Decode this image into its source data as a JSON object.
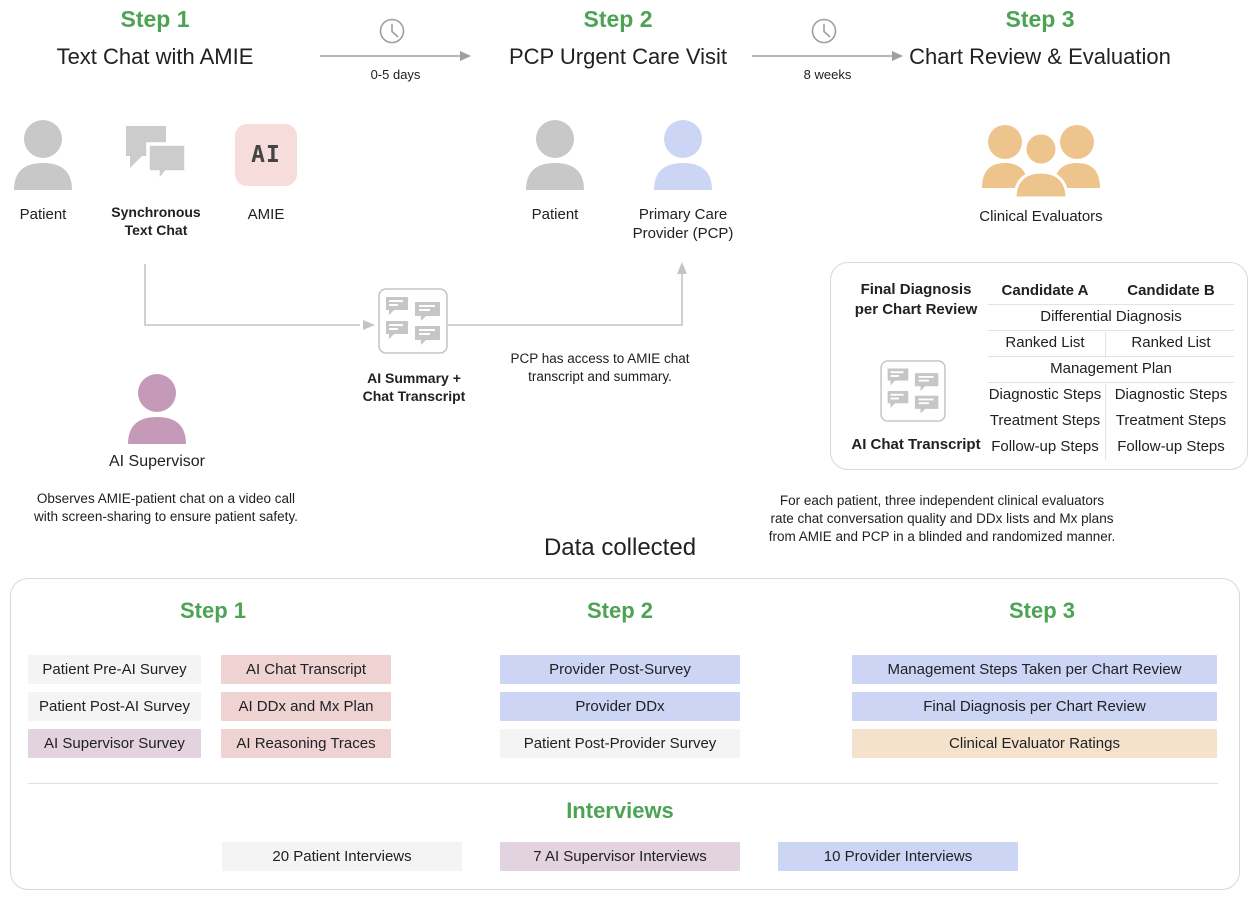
{
  "flow": {
    "steps": [
      {
        "label": "Step 1",
        "title": "Text Chat with AMIE"
      },
      {
        "label": "Step 2",
        "title": "PCP Urgent Care Visit"
      },
      {
        "label": "Step 3",
        "title": "Chart Review & Evaluation"
      }
    ],
    "gaps": [
      {
        "label": "0-5 days",
        "icon": "clock-icon"
      },
      {
        "label": "8 weeks",
        "icon": "clock-icon"
      }
    ]
  },
  "actors": {
    "step1": [
      {
        "name": "Patient",
        "icon": "person-icon",
        "color": "#cccccc"
      },
      {
        "name": "Synchronous\nText Chat",
        "icon": "chat-bubbles-icon",
        "color": "#cccccc"
      },
      {
        "name": "AMIE",
        "icon": "ai-badge-icon",
        "color": "#f6dcdb"
      }
    ],
    "step1_line1": "Synchronous",
    "step1_line2": "Text Chat",
    "step2": [
      {
        "name": "Patient",
        "icon": "person-icon",
        "color": "#cccccc"
      },
      {
        "name": "Primary Care\nProvider (PCP)",
        "icon": "person-icon",
        "color": "#ccd6f4"
      }
    ],
    "pcp_line1": "Primary Care",
    "pcp_line2": "Provider (PCP)",
    "step3": [
      {
        "name": "Clinical Evaluators",
        "icon": "people-group-icon",
        "color": "#eec48d"
      }
    ],
    "supervisor": {
      "name": "AI Supervisor",
      "icon": "person-icon",
      "color": "#c49ab8",
      "note_line1": "Observes AMIE-patient chat on a video call",
      "note_line2": "with screen-sharing to ensure patient safety."
    },
    "summary_doc": {
      "label_line1": "AI Summary +",
      "label_line2": "Chat Transcript",
      "icon": "chat-transcript-icon"
    },
    "pcp_access_note_line1": "PCP has access to AMIE chat",
    "pcp_access_note_line2": "transcript and summary."
  },
  "eval_panel": {
    "left_title_line1": "Final Diagnosis",
    "left_title_line2": "per Chart Review",
    "transcript_label": "AI Chat Transcript",
    "transcript_icon": "chat-transcript-icon",
    "columns": [
      "Candidate A",
      "Candidate B"
    ],
    "section_differential": "Differential Diagnosis",
    "row_ranked": [
      "Ranked List",
      "Ranked List"
    ],
    "section_management": "Management Plan",
    "rows": [
      [
        "Diagnostic Steps",
        "Diagnostic Steps"
      ],
      [
        "Treatment Steps",
        "Treatment Steps"
      ],
      [
        "Follow-up Steps",
        "Follow-up Steps"
      ]
    ],
    "note_line1": "For each patient, three independent clinical evaluators",
    "note_line2": "rate chat conversation quality and DDx lists and Mx plans",
    "note_line3": "from AMIE and PCP in a blinded and randomized manner."
  },
  "data_collected": {
    "heading": "Data collected",
    "columns": [
      {
        "step": "Step 1",
        "group_a": [
          {
            "label": "Patient Pre-AI Survey",
            "color": "gray"
          },
          {
            "label": "Patient Post-AI Survey",
            "color": "gray"
          },
          {
            "label": "AI Supervisor Survey",
            "color": "purple"
          }
        ],
        "group_b": [
          {
            "label": "AI Chat Transcript",
            "color": "pink"
          },
          {
            "label": "AI DDx and Mx Plan",
            "color": "pink"
          },
          {
            "label": "AI Reasoning Traces",
            "color": "pink"
          }
        ]
      },
      {
        "step": "Step 2",
        "group_a": [
          {
            "label": "Provider Post-Survey",
            "color": "blue"
          },
          {
            "label": "Provider DDx",
            "color": "blue"
          },
          {
            "label": "Patient Post-Provider Survey",
            "color": "gray"
          }
        ]
      },
      {
        "step": "Step 3",
        "group_a": [
          {
            "label": "Management Steps Taken per Chart Review",
            "color": "blue"
          },
          {
            "label": "Final Diagnosis per Chart Review",
            "color": "blue"
          },
          {
            "label": "Clinical Evaluator Ratings",
            "color": "tan"
          }
        ]
      }
    ],
    "interviews": {
      "heading": "Interviews",
      "items": [
        {
          "label": "20 Patient Interviews",
          "color": "gray"
        },
        {
          "label": "7 AI Supervisor Interviews",
          "color": "purple"
        },
        {
          "label": "10 Provider Interviews",
          "color": "blue"
        }
      ]
    }
  },
  "colors": {
    "green": "#4da354",
    "gray_icon": "#cccccc",
    "pink": "#eed3d2",
    "purple": "#e3d2e0",
    "blue": "#ccd6f4",
    "tan": "#f4e2cd",
    "supervisor_purple": "#c49ab8",
    "evaluator_tan": "#eec48d"
  }
}
